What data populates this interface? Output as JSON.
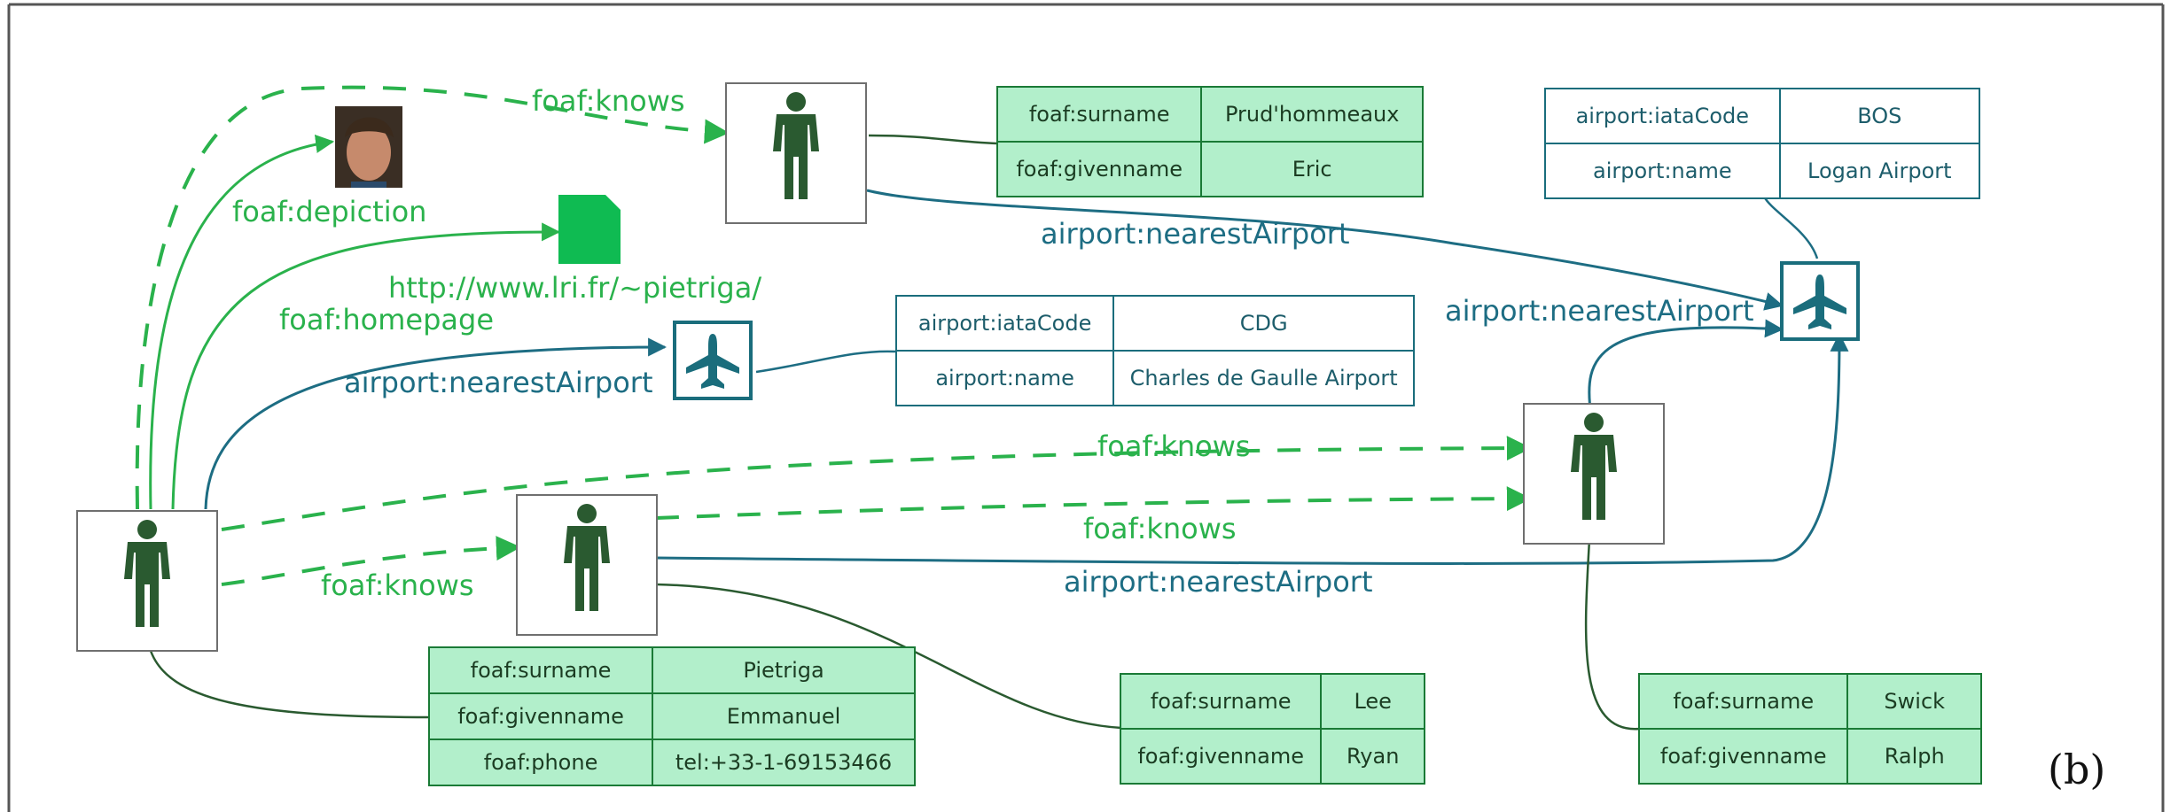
{
  "labels": {
    "knows_top": "foaf:knows",
    "depiction": "foaf:depiction",
    "homepage": "foaf:homepage",
    "homepage_url": "http://www.lri.fr/~pietriga/",
    "nearest_cdg": "airport:nearestAirport",
    "nearest_eric": "airport:nearestAirport",
    "nearest_ralph": "airport:nearestAirport",
    "nearest_ryan": "airport:nearestAirport",
    "knows_mid1": "foaf:knows",
    "knows_mid2": "foaf:knows",
    "knows_ryan": "foaf:knows",
    "panel": "(b)"
  },
  "tables": {
    "eric": [
      [
        "foaf:surname",
        "Prud'hommeaux"
      ],
      [
        "foaf:givenname",
        "Eric"
      ]
    ],
    "bos": [
      [
        "airport:iataCode",
        "BOS"
      ],
      [
        "airport:name",
        "Logan Airport"
      ]
    ],
    "cdg": [
      [
        "airport:iataCode",
        "CDG"
      ],
      [
        "airport:name",
        "Charles de Gaulle Airport"
      ]
    ],
    "pietriga": [
      [
        "foaf:surname",
        "Pietriga"
      ],
      [
        "foaf:givenname",
        "Emmanuel"
      ],
      [
        "foaf:phone",
        "tel:+33-1-69153466"
      ]
    ],
    "lee": [
      [
        "foaf:surname",
        "Lee"
      ],
      [
        "foaf:givenname",
        "Ryan"
      ]
    ],
    "swick": [
      [
        "foaf:surname",
        "Swick"
      ],
      [
        "foaf:givenname",
        "Ralph"
      ]
    ]
  },
  "colors": {
    "foaf_green": "#2ab24c",
    "airport_blue": "#1d6d83",
    "person_dark": "#2a5a30",
    "record_fill": "#b2efcb"
  }
}
